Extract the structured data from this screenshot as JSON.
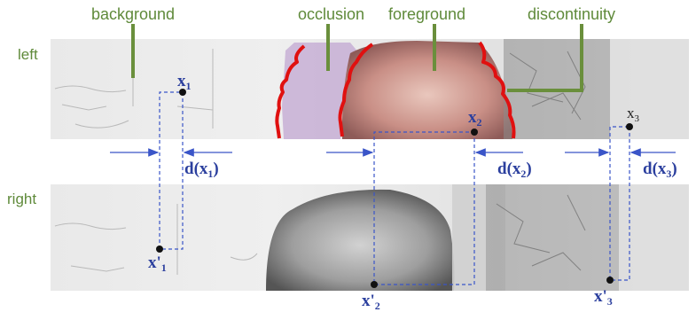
{
  "labels": {
    "background": "background",
    "occlusion": "occlusion",
    "foreground": "foreground",
    "discontinuity": "discontinuity",
    "left": "left",
    "right": "right"
  },
  "points": {
    "x1": {
      "base": "x",
      "sub": "1"
    },
    "x2": {
      "base": "x",
      "sub": "2"
    },
    "x3": {
      "base": "x",
      "sub": "3"
    },
    "x1p": {
      "base": "x'",
      "sub": "1"
    },
    "x2p": {
      "base": "x'",
      "sub": "2"
    },
    "x3p": {
      "base": "x'",
      "sub": "3"
    }
  },
  "disparities": {
    "d1": {
      "prefix": "d(x",
      "sub": "1",
      "suffix": ")"
    },
    "d2": {
      "prefix": "d(x",
      "sub": "2",
      "suffix": ")"
    },
    "d3": {
      "prefix": "d(x",
      "sub": "3",
      "suffix": ")"
    }
  },
  "colors": {
    "label_green": "#5f8a3a",
    "point_blue": "#2b3f9e",
    "contour_red": "#e01010",
    "occlusion_fill": "#c9b2d6",
    "foreground_fill": "#d9a39c"
  }
}
